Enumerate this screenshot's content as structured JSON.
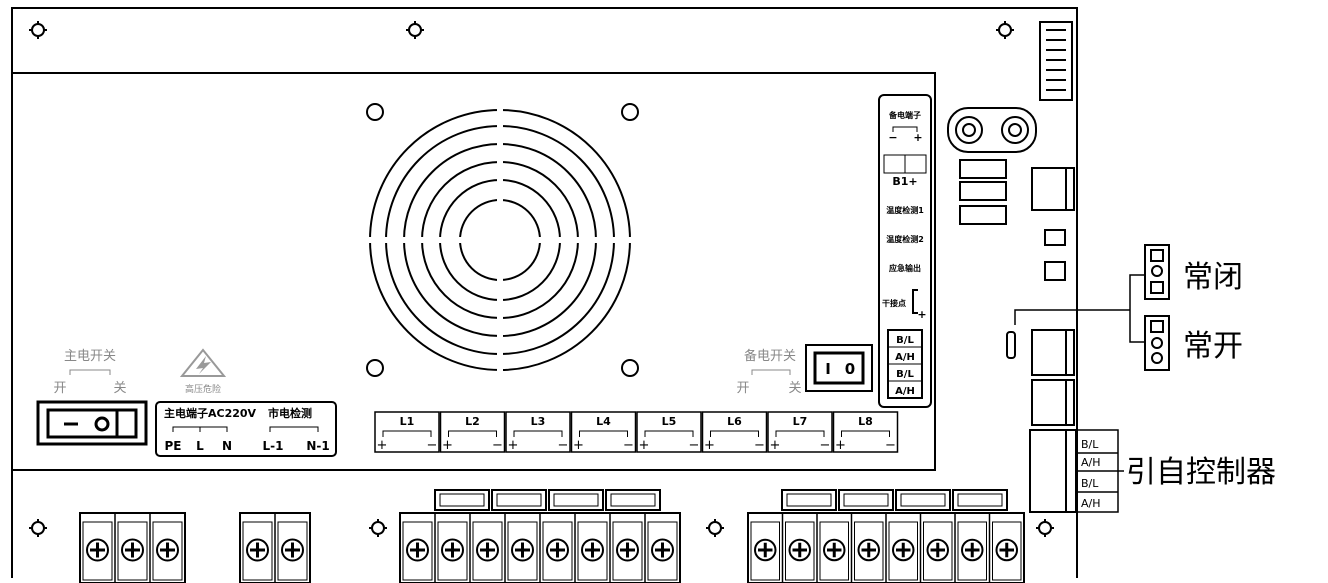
{
  "main_switch": {
    "title": "主电开关",
    "on": "开",
    "off": "关"
  },
  "warning": {
    "label": "高压危险"
  },
  "main_terminal": {
    "title": "主电端子AC220V",
    "mains_detect": "市电检测",
    "pins": [
      "PE",
      "L",
      "N",
      "L-1",
      "N-1"
    ]
  },
  "battery_switch": {
    "title": "备电开关",
    "on": "开",
    "off": "关",
    "symbols": [
      "I",
      "0"
    ]
  },
  "outputs": [
    {
      "label": "L1"
    },
    {
      "label": "L2"
    },
    {
      "label": "L3"
    },
    {
      "label": "L4"
    },
    {
      "label": "L5"
    },
    {
      "label": "L6"
    },
    {
      "label": "L7"
    },
    {
      "label": "L8"
    }
  ],
  "polarity": {
    "plus": "+",
    "minus": "−"
  },
  "side_panel": {
    "battery_terminal": "备电端子",
    "b1": "B1+",
    "temp1": "温度检测1",
    "temp2": "温度检测2",
    "emergency_out": "应急输出",
    "dry_contact": "干接点",
    "bus": [
      "B/L",
      "A/H",
      "B/L",
      "A/H"
    ]
  },
  "callouts": {
    "normally_closed": "常闭",
    "normally_open": "常开",
    "from_controller": "引自控制器",
    "bus": [
      "B/L",
      "A/H",
      "B/L",
      "A/H"
    ]
  }
}
